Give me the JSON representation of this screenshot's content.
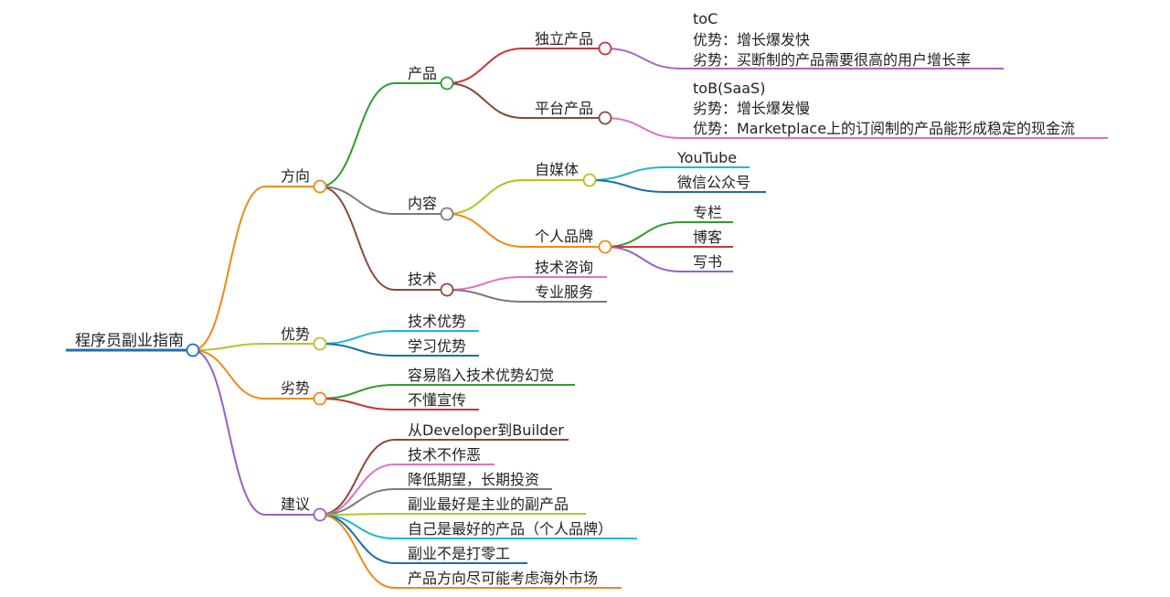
{
  "colors": {
    "root": "#1f6fb2",
    "orange": "#ee8a19",
    "olive": "#b8c22a",
    "purple": "#9a5fc0",
    "green": "#2d9e2d",
    "gray": "#7a7a7a",
    "brown": "#8a4a3a",
    "crimson": "#c8363a",
    "mauve": "#a866c2",
    "pink": "#e36fc7",
    "yellowgreen": "#b6c11e",
    "cyan": "#20b7cc",
    "navy": "#1e6ea8",
    "red": "#d03232"
  },
  "root": {
    "label": "程序员副业指南"
  },
  "branches": {
    "direction": {
      "label": "方向",
      "product": {
        "label": "产品",
        "standalone": {
          "label": "独立产品",
          "note": [
            "toC",
            "优势：增长爆发快",
            "劣势：买断制的产品需要很高的用户增长率"
          ]
        },
        "platform": {
          "label": "平台产品",
          "note": [
            "toB(SaaS)",
            "劣势：增长爆发慢",
            "优势：Marketplace上的订阅制的产品能形成稳定的现金流"
          ]
        }
      },
      "content": {
        "label": "内容",
        "selfmedia": {
          "label": "自媒体",
          "items": [
            "YouTube",
            "微信公众号"
          ]
        },
        "personalbrand": {
          "label": "个人品牌",
          "items": [
            "专栏",
            "博客",
            "写书"
          ]
        }
      },
      "tech": {
        "label": "技术",
        "items": [
          "技术咨询",
          "专业服务"
        ]
      }
    },
    "advantage": {
      "label": "优势",
      "items": [
        "技术优势",
        "学习优势"
      ]
    },
    "disadvantage": {
      "label": "劣势",
      "items": [
        "容易陷入技术优势幻觉",
        "不懂宣传"
      ]
    },
    "advice": {
      "label": "建议",
      "items": [
        "从Developer到Builder",
        "技术不作恶",
        "降低期望，长期投资",
        "副业最好是主业的副产品",
        "自己是最好的产品（个人品牌）",
        "副业不是打零工",
        "产品方向尽可能考虑海外市场"
      ]
    }
  }
}
